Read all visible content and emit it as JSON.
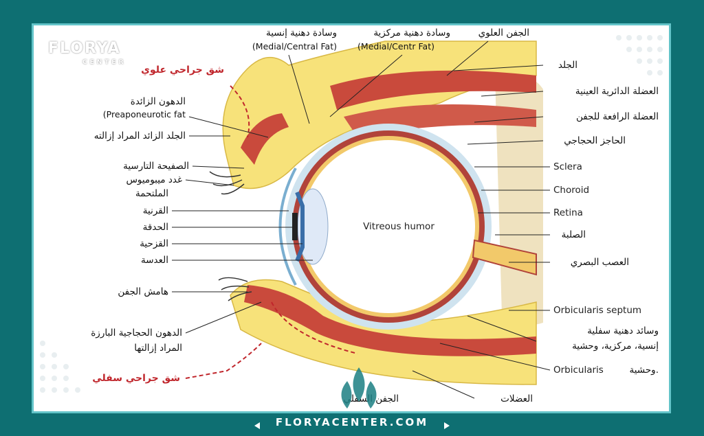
{
  "brand": {
    "logo_main": "FLORYA",
    "logo_sub": "CENTER",
    "footer": "FLORYACENTER.COM"
  },
  "labels": {
    "upper_eyelid": "الجفن العلوي",
    "central_fat_ar": "وسادة دهنية مركزية",
    "central_fat_en": "(Medial/Centr Fat)",
    "medial_fat_ar": "وسادة دهنية إنسية",
    "medial_fat_en": "(Medial/Central Fat)",
    "upper_incision": "شق جراحي علوي",
    "preaponeurotic_ar": "الدهون الزائدة",
    "preaponeurotic_en": "(Preaponeurotic fat",
    "excess_skin": "الجلد الزائد المراد إزالته",
    "tarsal_plate": "الصفيحة التارسية",
    "meibomian": "غدد ميبوميوس",
    "conjunctiva": "الملتحمة",
    "cornea": "القرنية",
    "pupil": "الحدقة",
    "iris": "القزحية",
    "lens": "العدسة",
    "lid_margin": "هامش الجفن",
    "orbital_fat_1": "الدهون الحجاجية البارزة",
    "orbital_fat_2": "المراد إزالتها",
    "lower_incision": "شق جراحي سفلي",
    "lower_eyelid": "الجفن السفلي",
    "muscles": "العضلات",
    "skin": "الجلد",
    "orbicularis_muscle": "العضلة الدائرية العينية",
    "levator": "العضلة الرافعة للجفن",
    "orbital_septum": "الحاجز الحجاجي",
    "sclera_en": "Sclera",
    "choroid_en": "Choroid",
    "retina_en": "Retina",
    "sclera_ar": "الصلبة",
    "optic_nerve": "العصب البصري",
    "orbicularis_septum": "Orbicularis septum",
    "lower_fat_1": "وسائد دهنية سفلية",
    "lower_fat_2": "إنسية، مركزية، وحشية",
    "orbicularis_en": "Orbicularis",
    "lateral": "وحشية.",
    "vitreous": "Vitreous humor"
  },
  "colors": {
    "frame": "#0e6f72",
    "fat": "#f7e27a",
    "muscle": "#c94a3c",
    "incision": "#c0262c"
  }
}
